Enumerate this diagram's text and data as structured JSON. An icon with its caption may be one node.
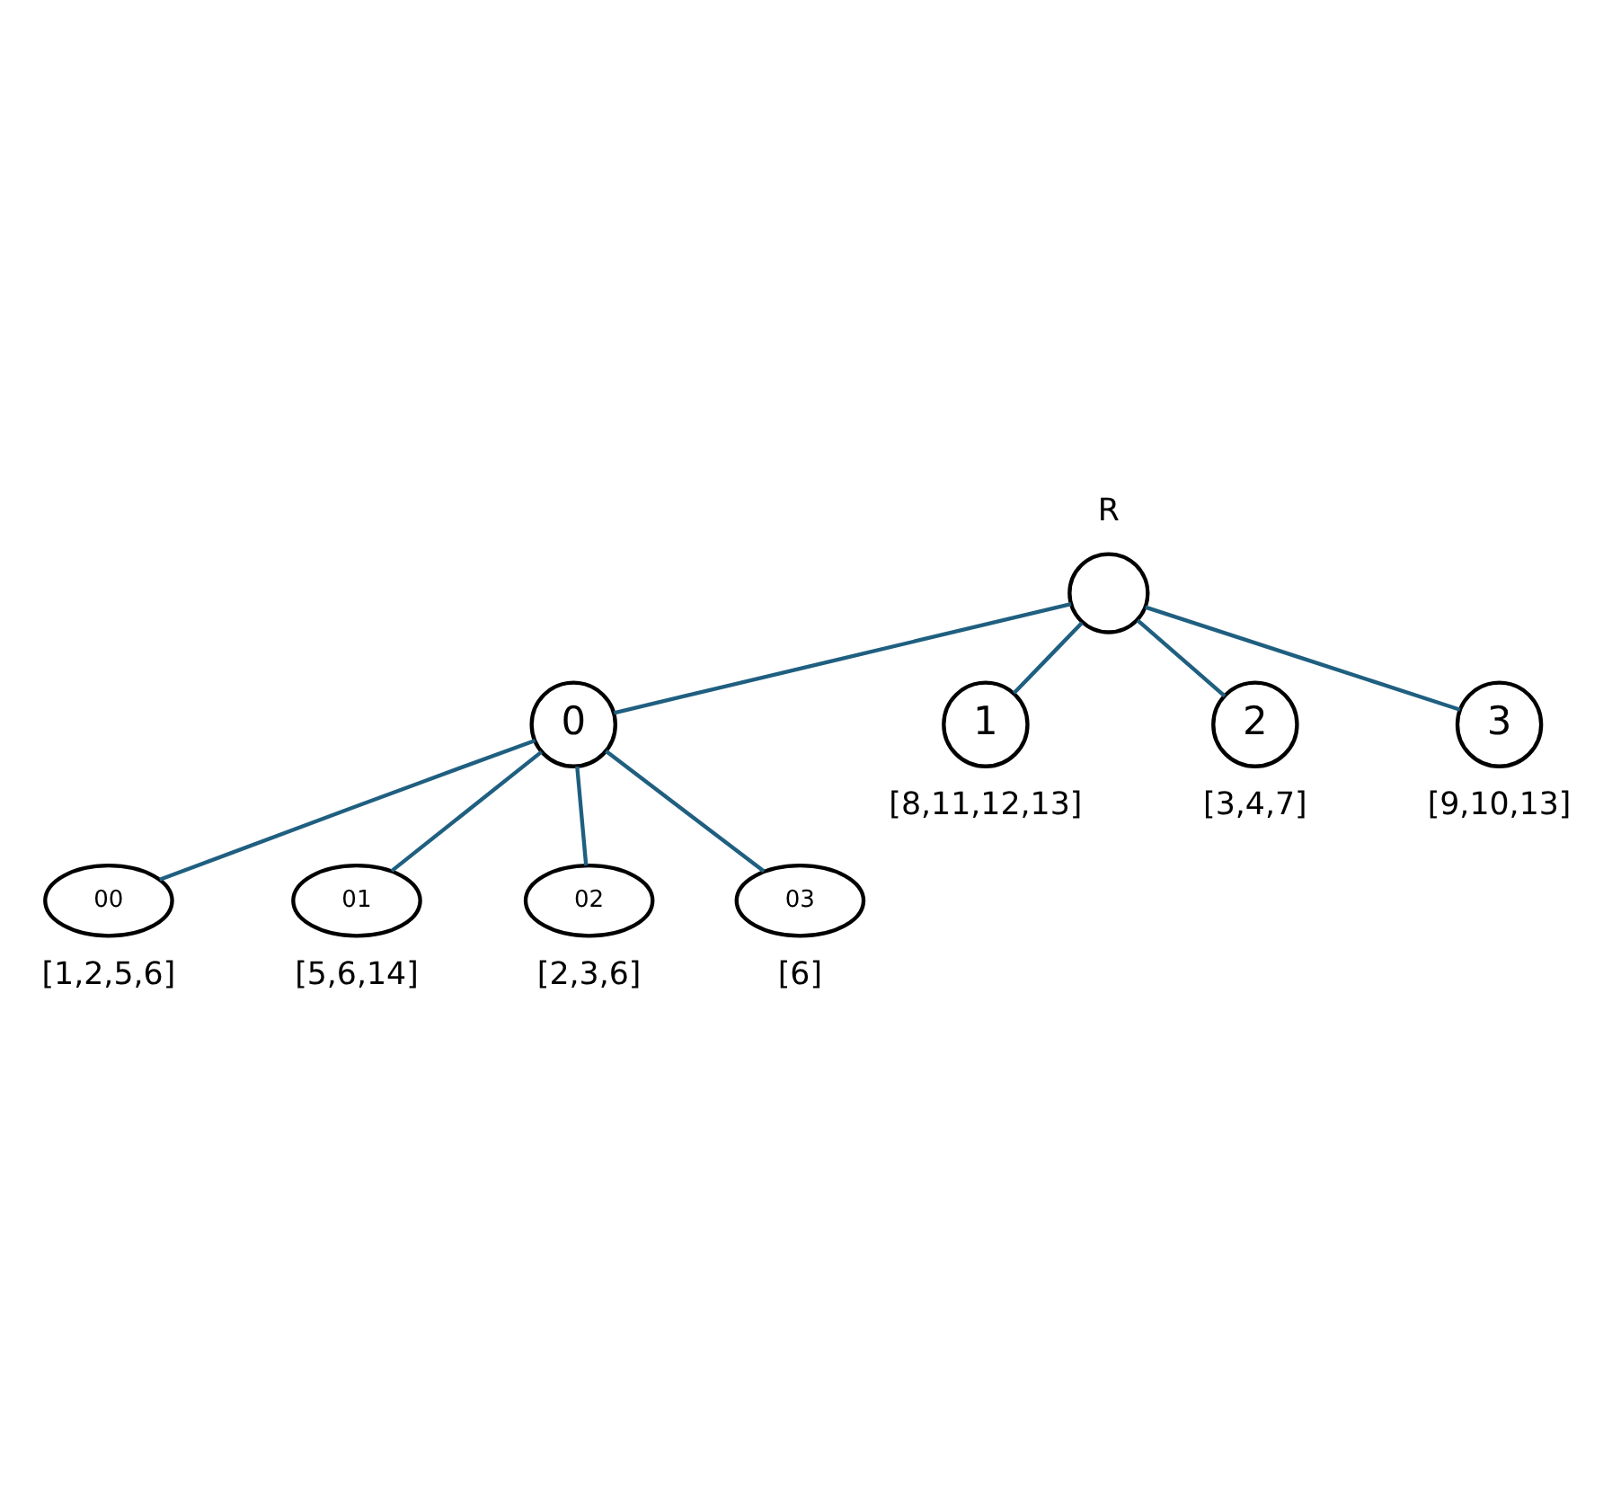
{
  "diagram": {
    "nodes": [
      {
        "text": [],
        "shape": "circle",
        "beside": [
          "R"
        ]
      },
      {
        "text": [
          "0"
        ]
      },
      {
        "text": [
          "1"
        ],
        "beside": [
          "[8,11,12,13]"
        ]
      },
      {
        "text": [
          "2"
        ],
        "beside": [
          "[3,4,7]"
        ]
      },
      {
        "text": [
          "3"
        ],
        "beside": [
          "[9,10,13]"
        ]
      },
      {
        "text": [
          "00"
        ],
        "beside": [
          "[1,2,5,6]"
        ]
      },
      {
        "text": [
          "01"
        ],
        "beside": [
          "[5,6,14]"
        ]
      },
      {
        "text": [
          "02"
        ],
        "beside": [
          "[2,3,6]"
        ]
      },
      {
        "text": [
          "03"
        ],
        "beside": [
          "[6]"
        ]
      }
    ],
    "edges": [
      {
        "from": 0,
        "to": 1,
        "arrow": "none"
      },
      {
        "from": 0,
        "to": 2,
        "arrow": "none"
      },
      {
        "from": 0,
        "to": 3,
        "arrow": "none"
      },
      {
        "from": 0,
        "to": 4,
        "arrow": "none"
      },
      {
        "from": 1,
        "to": 5,
        "arrow": "none"
      },
      {
        "from": 1,
        "to": 6,
        "arrow": "none"
      },
      {
        "from": 1,
        "to": 7,
        "arrow": "none"
      },
      {
        "from": 1,
        "to": 8,
        "arrow": "none"
      }
    ]
  }
}
